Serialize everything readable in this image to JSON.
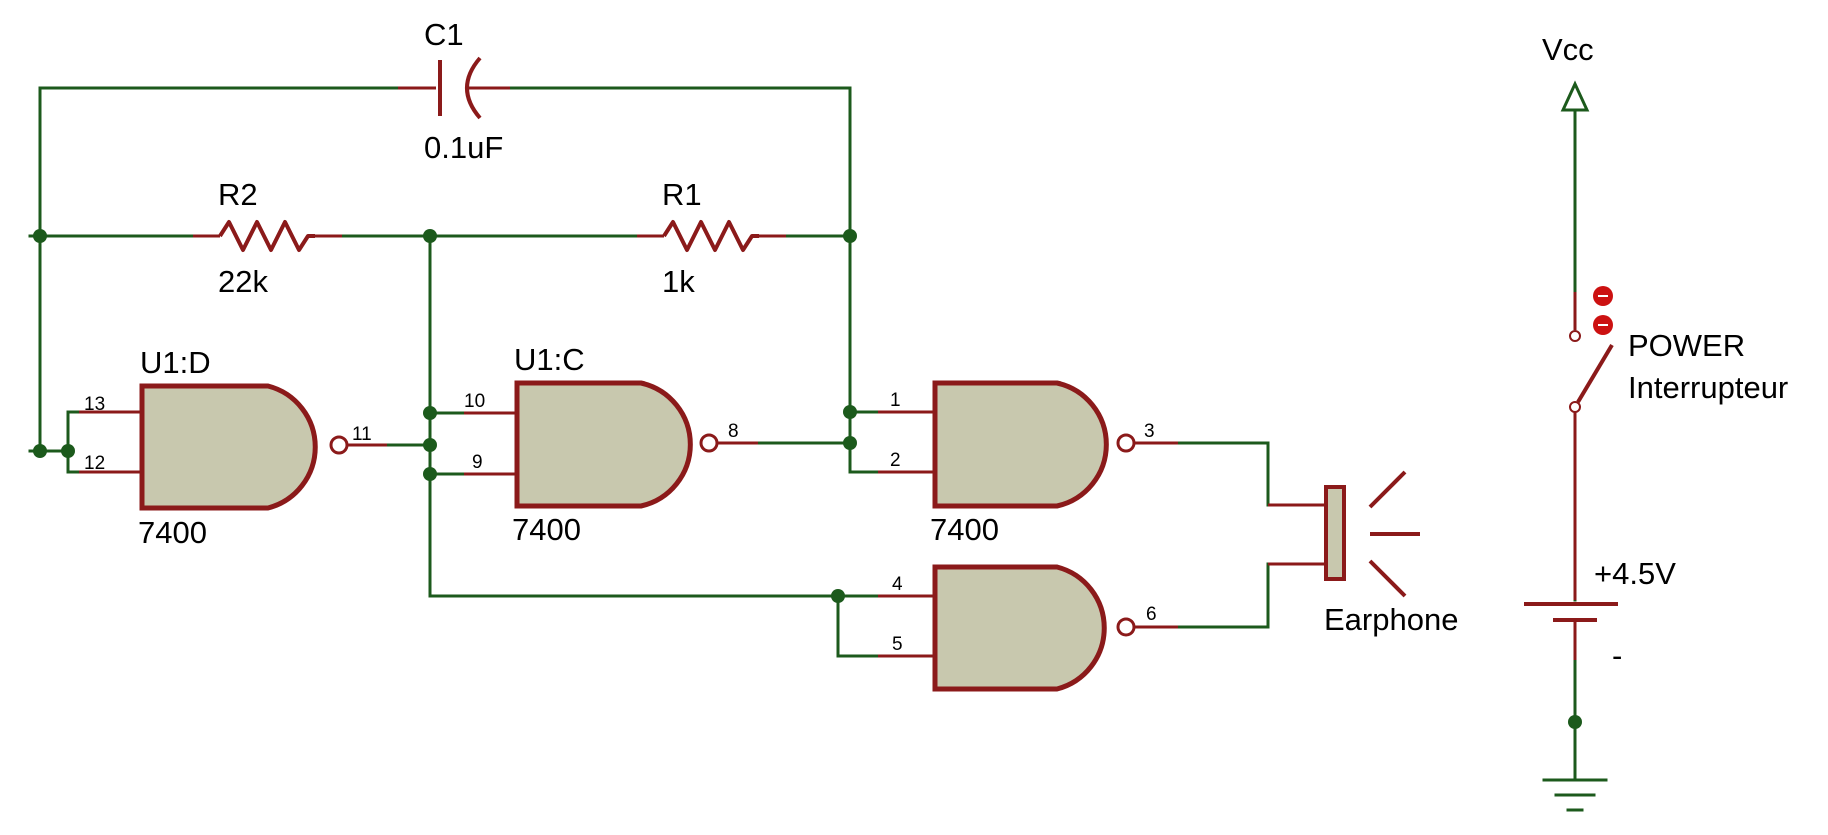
{
  "components": {
    "c1": {
      "ref": "C1",
      "value": "0.1uF"
    },
    "r2": {
      "ref": "R2",
      "value": "22k"
    },
    "r1": {
      "ref": "R1",
      "value": "1k"
    },
    "u1d": {
      "ref": "U1:D",
      "part": "7400",
      "pins": [
        "13",
        "12",
        "11"
      ]
    },
    "u1c": {
      "ref": "U1:C",
      "part": "7400",
      "pins": [
        "10",
        "9",
        "8"
      ]
    },
    "u1a": {
      "part": "7400",
      "pins": [
        "1",
        "2",
        "3"
      ]
    },
    "u1b": {
      "pins": [
        "4",
        "5",
        "6"
      ]
    },
    "earphone": {
      "label": "Earphone"
    },
    "power": {
      "supply": "Vcc",
      "switch_label": "POWER",
      "switch_type": "Interrupteur",
      "battery_pos": "+4.5V",
      "battery_neg": "-"
    }
  },
  "colors": {
    "wire": "#1c5a1c",
    "component": "#8b1a1a",
    "gate_fill": "#c8c8ae"
  }
}
